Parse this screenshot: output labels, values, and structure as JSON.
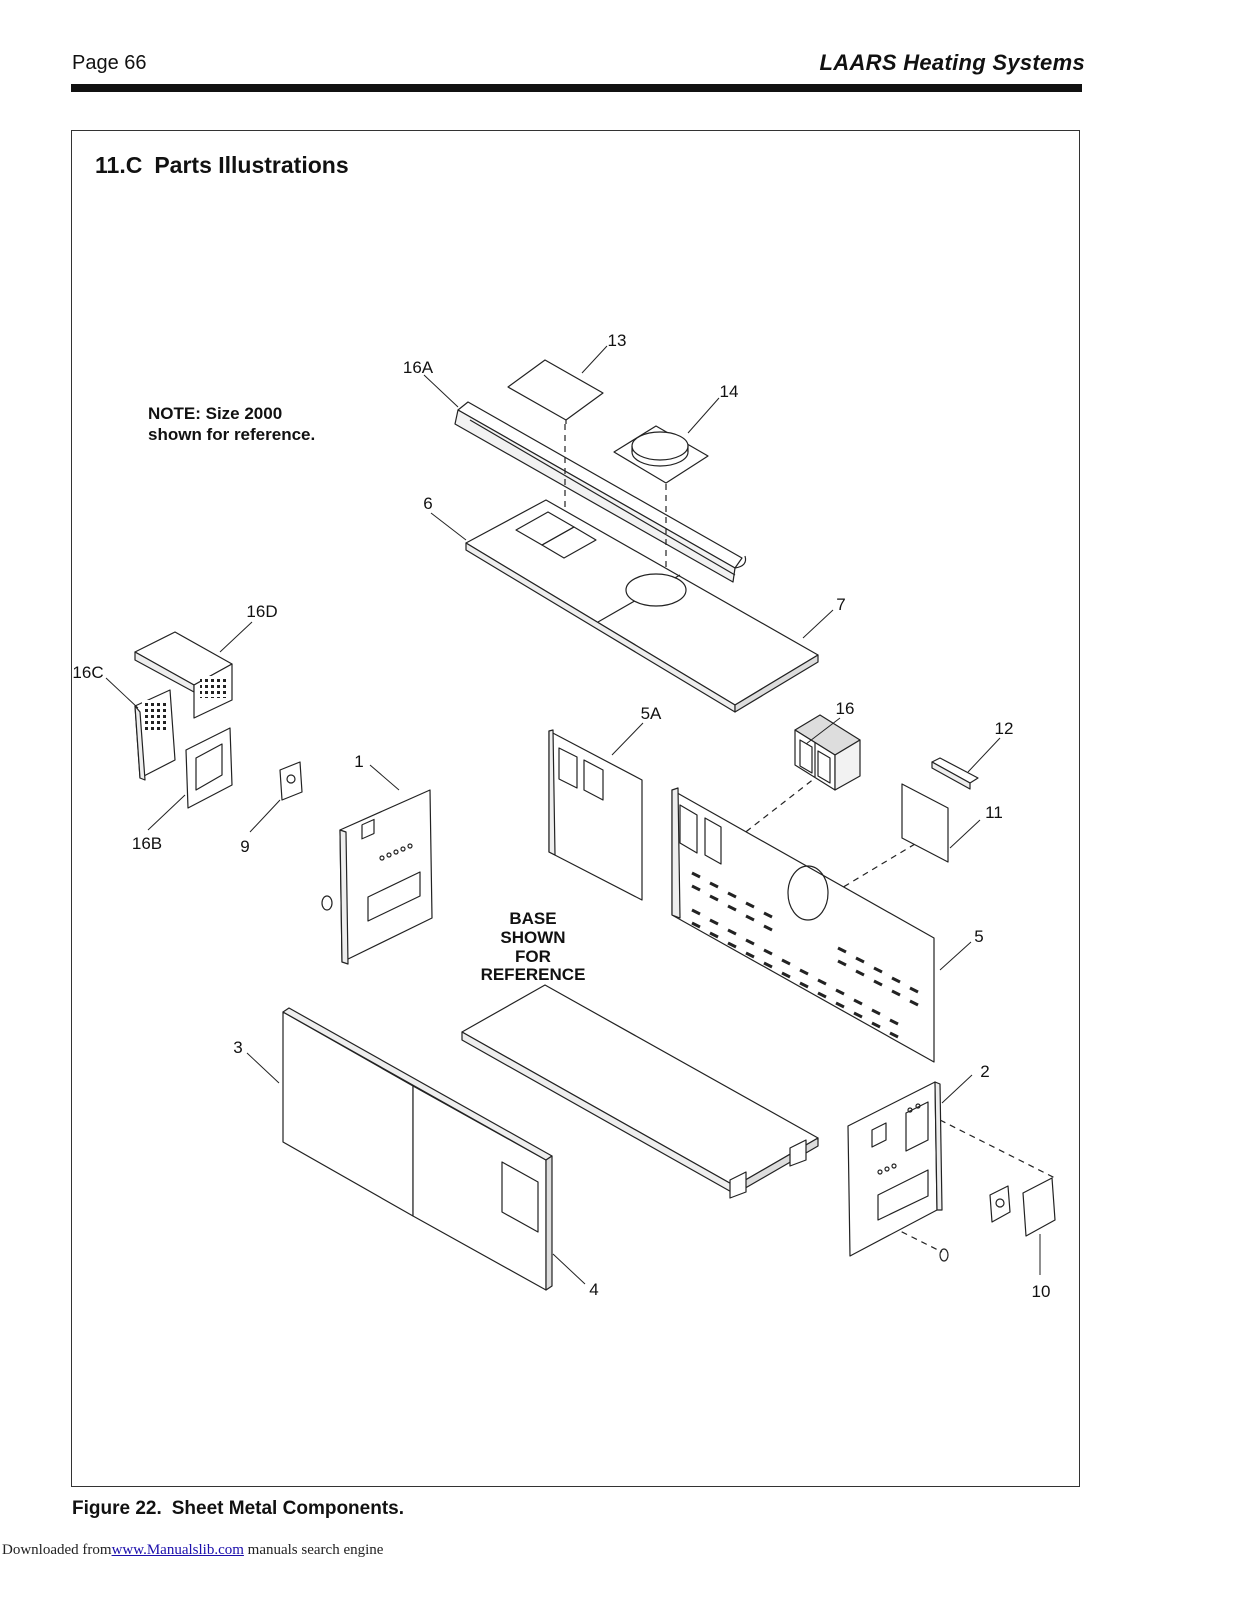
{
  "header": {
    "page_label": "Page 66",
    "brand": "LAARS Heating Systems"
  },
  "section": {
    "number": "11.C",
    "title": "Parts Illustrations"
  },
  "drawing": {
    "note_line1": "NOTE: Size 2000",
    "note_line2": "shown for reference.",
    "base_note": [
      "BASE",
      "SHOWN",
      "FOR",
      "REFERENCE"
    ],
    "callouts": {
      "c13": "13",
      "c16a": "16A",
      "c14": "14",
      "c6": "6",
      "c7": "7",
      "c16d": "16D",
      "c16c": "16C",
      "c16b": "16B",
      "c9": "9",
      "c1": "1",
      "c5a": "5A",
      "c16": "16",
      "c12": "12",
      "c11": "11",
      "c5": "5",
      "c3": "3",
      "c2": "2",
      "c4": "4",
      "c10": "10"
    }
  },
  "caption": {
    "figure": "Figure 22.",
    "text": "Sheet Metal Components."
  },
  "footer": {
    "prefix": "Downloaded from",
    "link": "www.Manualslib.com",
    "suffix": "manuals search engine"
  }
}
